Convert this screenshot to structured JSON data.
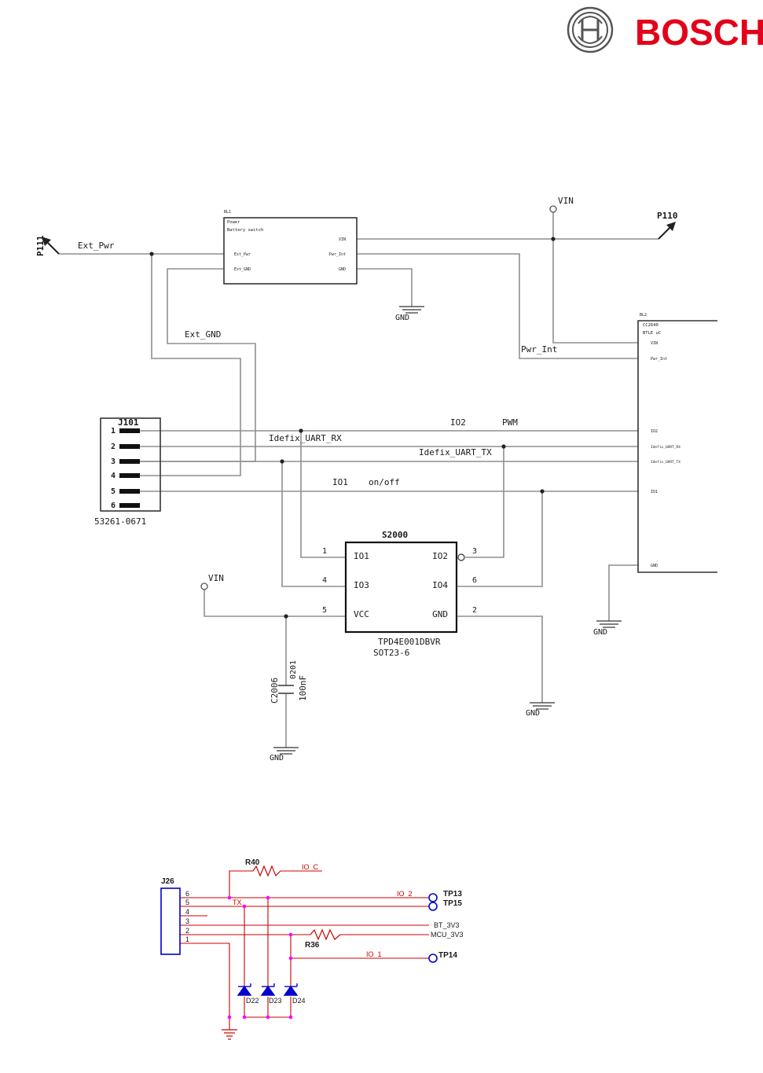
{
  "header": {
    "brand": "BOSCH",
    "colors": {
      "brand_red": "#e2001a",
      "logo_grey": "#555555"
    }
  },
  "schematic1": {
    "power_switch": {
      "ref": "BL1",
      "title1": "Power",
      "title2": "Battery switch",
      "pins": [
        "Ext_Pwr",
        "Ext_GND",
        "VIN",
        "Pwr_Int",
        "GND"
      ]
    },
    "mcu": {
      "ref": "BL2",
      "title1": "CC2640",
      "title2": "BTLE uC",
      "pins": [
        "VIN",
        "Pwr_Int",
        "IO2",
        "Idefix_UART_RX",
        "Idefix_UART_TX",
        "IO1",
        "GND"
      ]
    },
    "ports": {
      "left": "P111",
      "right": "P110"
    },
    "nets": {
      "ext_pwr": "Ext_Pwr",
      "ext_gnd": "Ext_GND",
      "pwr_int": "Pwr_Int",
      "vin": "VIN",
      "gnd": "GND",
      "io2": "IO2",
      "pwm": "PWM",
      "uart_rx": "Idefix_UART_RX",
      "uart_tx": "Idefix_UART_TX",
      "io1": "IO1",
      "onoff": "on/off"
    },
    "connector": {
      "ref": "J101",
      "part": "53261-0671",
      "pins": [
        "1",
        "2",
        "3",
        "4",
        "5",
        "6"
      ]
    },
    "tvs": {
      "ref": "S2000",
      "pins_left": [
        {
          "num": "1",
          "name": "IO1"
        },
        {
          "num": "4",
          "name": "IO3"
        },
        {
          "num": "5",
          "name": "VCC"
        }
      ],
      "pins_right": [
        {
          "num": "3",
          "name": "IO2"
        },
        {
          "num": "6",
          "name": "IO4"
        },
        {
          "num": "2",
          "name": "GND"
        }
      ],
      "part": "TPD4E001DBVR",
      "package": "SOT23-6"
    },
    "cap": {
      "ref": "C2006",
      "code": "0201",
      "value": "100nF"
    }
  },
  "schematic2": {
    "connector": {
      "ref": "J26",
      "pins": [
        "6",
        "5",
        "4",
        "3",
        "2",
        "1"
      ]
    },
    "r40": "R40",
    "r36": "R36",
    "nets": {
      "io_c": "IO_C",
      "tx": "TX",
      "io_2": "IO_2",
      "bt_3v3": "BT_3V3",
      "mcu_3v3": "MCU_3V3",
      "io_1": "IO_1"
    },
    "testpoints": [
      "TP13",
      "TP15",
      "TP14"
    ],
    "diodes": [
      "D22",
      "D23",
      "D24"
    ],
    "colors": {
      "wire": "#cc0000",
      "junction": "#ff00ff",
      "part": "#0000cc"
    }
  }
}
